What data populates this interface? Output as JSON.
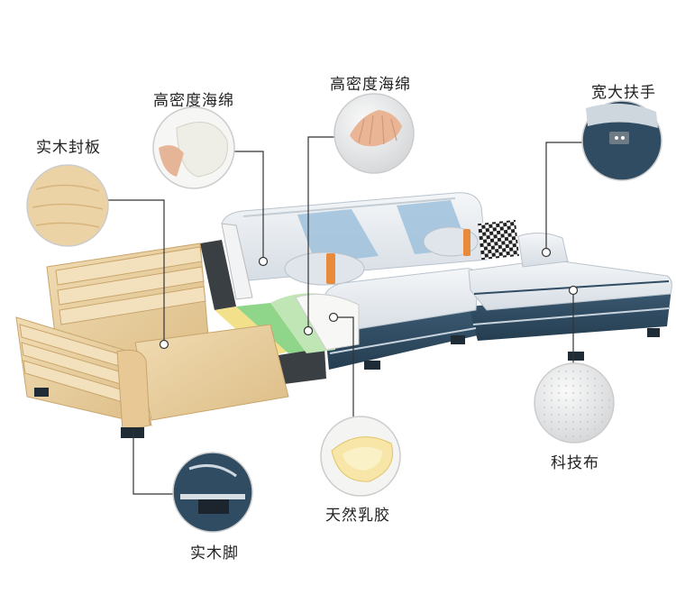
{
  "callouts": {
    "solid_wood_board": "实木封板",
    "hd_foam_left": "高密度海绵",
    "hd_foam_top": "高密度海绵",
    "wide_armrest": "宽大扶手",
    "tech_fabric": "科技布",
    "natural_latex": "天然乳胶",
    "solid_wood_feet": "实木脚"
  },
  "colors": {
    "wood": "#e8cfa0",
    "fabric_light": "#e9edf1",
    "fabric_blue": "#2f4c63",
    "accent_orange": "#e88a3a",
    "foam_green": "#8fd68a",
    "foam_yellow": "#f2e08a"
  }
}
